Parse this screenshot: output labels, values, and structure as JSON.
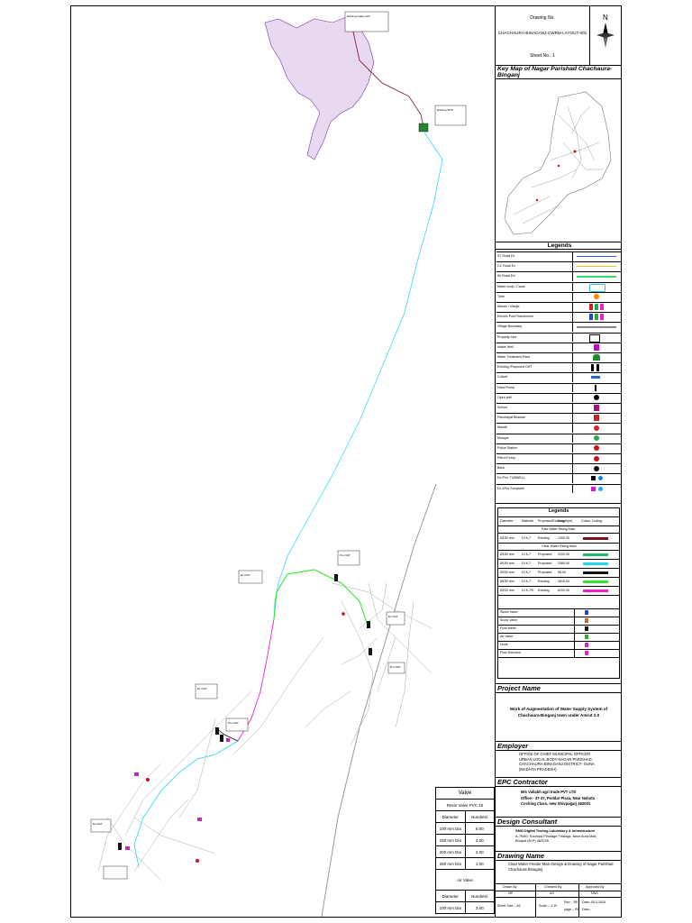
{
  "title_block": {
    "drawing_no_label": "Drawing No.",
    "drawing_no": "CHACHAURA-BINAGANJ-CWRM-LAYOUT-001",
    "sheet_no": "Sheet No.: 1",
    "north": "N"
  },
  "key_map": {
    "heading": "Key Map of Nagar Parishad Chachaura-Binganj"
  },
  "legends": {
    "heading": "Legends",
    "items": [
      {
        "label": "ST Road Ex",
        "sym": "line",
        "color": "#3355ff"
      },
      {
        "label": "CC Road Ex",
        "sym": "line",
        "color": "#e8c200"
      },
      {
        "label": "Kk Road Exi",
        "sym": "line",
        "color": "#33dd66"
      },
      {
        "label": "Water body / Canal",
        "sym": "water",
        "color": "#29c4e8"
      },
      {
        "label": "Tube",
        "sym": "dot",
        "color": "#ff8800"
      },
      {
        "label": "Mandir / Masjid",
        "sym": "multi",
        "color": "#cc2222"
      },
      {
        "label": "Electric Pole/Transformer",
        "sym": "multi",
        "color": "#2244cc"
      },
      {
        "label": "Village Boundary",
        "sym": "line",
        "color": "#888888"
      },
      {
        "label": "Property Line",
        "sym": "rect",
        "color": "#000000"
      },
      {
        "label": "Intake Well",
        "sym": "square",
        "color": "#cc00cc"
      },
      {
        "label": "Water Treatment Plant",
        "sym": "plant",
        "color": "#228833"
      },
      {
        "label": "Existing /Proposed OHT",
        "sym": "oht",
        "color": "#000000"
      },
      {
        "label": "Culvert",
        "sym": "culvert",
        "color": "#2266dd"
      },
      {
        "label": "Hand Pump",
        "sym": "pump",
        "color": "#000000"
      },
      {
        "label": "Open well",
        "sym": "dot",
        "color": "#000000"
      },
      {
        "label": "School",
        "sym": "square",
        "color": "#aa1177"
      },
      {
        "label": "Panchayat Bhawan",
        "sym": "square",
        "color": "#cc2222"
      },
      {
        "label": "Mandir",
        "sym": "dot",
        "color": "#dd2222"
      },
      {
        "label": "Mosque",
        "sym": "dot",
        "color": "#22aa44"
      },
      {
        "label": "Police Station",
        "sym": "dot",
        "color": "#cc1111"
      },
      {
        "label": "Petrol Pump",
        "sym": "dot",
        "color": "#cc1111"
      },
      {
        "label": "Bank",
        "sym": "dot",
        "color": "#111111"
      },
      {
        "label": "Ex./Pro. TUBWELL",
        "sym": "tube",
        "color": "#1188dd"
      },
      {
        "label": "Ex &Pro Sumpwell",
        "sym": "sump",
        "color": "#cc22cc"
      }
    ]
  },
  "pipe_table": {
    "heading": "Legends",
    "cols": [
      "Diameter",
      "Material",
      "Proposed/Existing",
      "Length(m)",
      "Colour Coding"
    ],
    "raw_section": "Raw Water Rising Main",
    "raw_rows": [
      {
        "dia": "Ø150 mm",
        "mat": "DI K-7",
        "status": "Existing",
        "len": "1300.00",
        "color": "#7a1020"
      }
    ],
    "clear_section": "Clear Water Rising Main",
    "clear_rows": [
      {
        "dia": "Ø150 mm",
        "mat": "DI K-7",
        "status": "Proposed",
        "len": "2200.00",
        "color": "#22bb66"
      },
      {
        "dia": "Ø150 mm",
        "mat": "DI K-7",
        "status": "Proposed",
        "len": "2360.00",
        "color": "#22d8e8"
      },
      {
        "dia": "Ø200 mm",
        "mat": "DI K-7",
        "status": "Proposed",
        "len": "98.00",
        "color": "#111111"
      },
      {
        "dia": "Ø150 mm",
        "mat": "DI K-7",
        "status": "Existing",
        "len": "2810.00",
        "color": "#33e833"
      },
      {
        "dia": "Ø200 mm",
        "mat": "DI K-7/9",
        "status": "Existing",
        "len": "6200.00",
        "color": "#ee22cc"
      }
    ],
    "valves": [
      {
        "label": "Sluice Valve",
        "color": "#2244dd"
      },
      {
        "label": "Scour Valve",
        "color": "#cc6633"
      },
      {
        "label": "Flow Meter",
        "color": "#111111"
      },
      {
        "label": "Air Valve",
        "color": "#33aa33"
      },
      {
        "label": "Node",
        "color": "#cc22cc"
      },
      {
        "label": "Flow Direction",
        "color": "#ee22cc"
      }
    ]
  },
  "project": {
    "heading": "Project Name",
    "text": "Work of Augmentation of Water Supply System of Chachaura-Binganj town under Amrut 2.0"
  },
  "employer": {
    "heading": "Employer",
    "lines": [
      "OFFICE OF CHIEF MUNICIPAL OFFICER",
      "URBAN LOCAL BODY-NAGAR PARISHAD,",
      "CHACHAURA-BINAGANJ DISTRICT- GUNA",
      "(MADHYA PRADESH)"
    ]
  },
  "epc": {
    "heading": "EPC Contractor",
    "lines": [
      "M/s Vallabh agri trade PVT LTD",
      "Office:- 37-37, Poddar Plaza, Near Nahata",
      "Coching Class,  new Shivpagarj 462001"
    ]
  },
  "consultant": {
    "heading": "Design Consultant",
    "lines": [
      "SMG Digital Testing Laboratory & Infrastructure",
      "A-79/80,  Soumya Pinutage  Trilanga, Near Aura Mall,",
      "Bhopal (M.P) 462039"
    ]
  },
  "drawing_name": {
    "heading": "Drawing Name",
    "lines": [
      "Clear Water Feeder Main Design & Drawing of Nagar Parishad",
      "Chachaura-Binaganj"
    ]
  },
  "signoff": {
    "drawn_by_label": "Drawn By",
    "drawn_by": "NP",
    "checked_by_label": "Checked By",
    "checked_by": "AG",
    "approved_by_label": "Approved By",
    "approved_by": "NNA",
    "sheet_size": "Sheet Size :- A2",
    "scale": "Scale :- 1:10",
    "rev": "Rev :- R0",
    "page": "page :- R0",
    "date": "Date:-05-2-2024",
    "date2": "Date:-"
  },
  "valve_table": {
    "title": "Valve",
    "subtitle": "Resin Valve PVC 10",
    "cols": [
      "Diameter",
      "Numbers"
    ],
    "rows": [
      {
        "d": "100 mm Dia",
        "n": "6.00"
      },
      {
        "d": "150 mm Dia",
        "n": "3.00"
      },
      {
        "d": "200 mm Dia",
        "n": "2.00"
      },
      {
        "d": "250 mm Dia",
        "n": "1.00"
      }
    ],
    "air_title": "Air Valve",
    "air_rows": [
      {
        "d": "100 mm Dia",
        "n": "3.00"
      }
    ]
  },
  "map_labels": {
    "intake": "Existing Intake well",
    "wtp": "Existing WTP",
    "oht1": "Pro OHT",
    "oht2": "Ex OHT",
    "oht3": "Ex OHT",
    "oht4": "Pro OHT",
    "oht5": "Ex OHT",
    "oht6": "Pro OHT",
    "oht7": "Ex OHT"
  }
}
